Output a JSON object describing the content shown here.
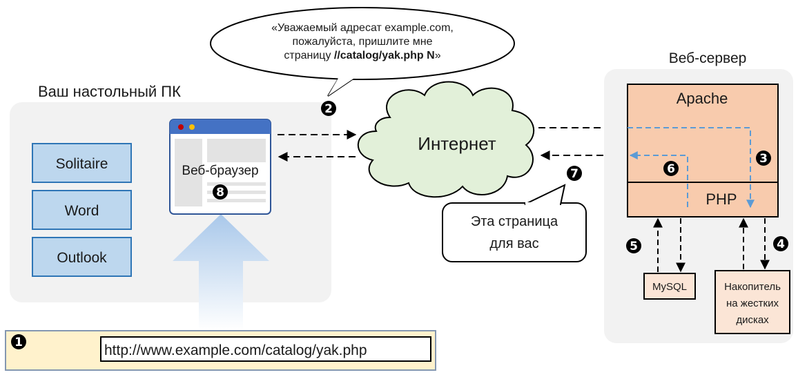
{
  "desktop": {
    "title": "Ваш настольный ПК",
    "apps": [
      "Solitaire",
      "Word",
      "Outlook"
    ],
    "browser_label": "Веб-браузер"
  },
  "server": {
    "title": "Веб-сервер",
    "apache": "Apache",
    "php": "PHP",
    "mysql": "MySQL",
    "disk_lines": [
      "Накопитель",
      "на жестких",
      "дисках"
    ]
  },
  "internet": {
    "label": "Интернет"
  },
  "request_bubble": {
    "line1": "«Уважаемый адресат example.com,",
    "line2": "пожалуйста, пришлите мне",
    "line3_prefix": "страницу ",
    "line3_bold": "//catalog/yak.php N",
    "line3_suffix": "»"
  },
  "response_bubble": {
    "line1": "Эта страница",
    "line2": "для вас"
  },
  "url_bar": {
    "url": "http://www.example.com/catalog/yak.php"
  },
  "steps": {
    "s1": "1",
    "s2": "2",
    "s3": "3",
    "s4": "4",
    "s5": "5",
    "s6": "6",
    "s7": "7",
    "s8": "8"
  },
  "colors": {
    "app_box": "#bdd7ee",
    "server_box": "#f8cbad",
    "cloud": "#e2f0d9",
    "url_bar_bg": "#fff2cc",
    "flow_dashed_blue": "#5b9bd5",
    "titlebar": "#4472c4"
  }
}
